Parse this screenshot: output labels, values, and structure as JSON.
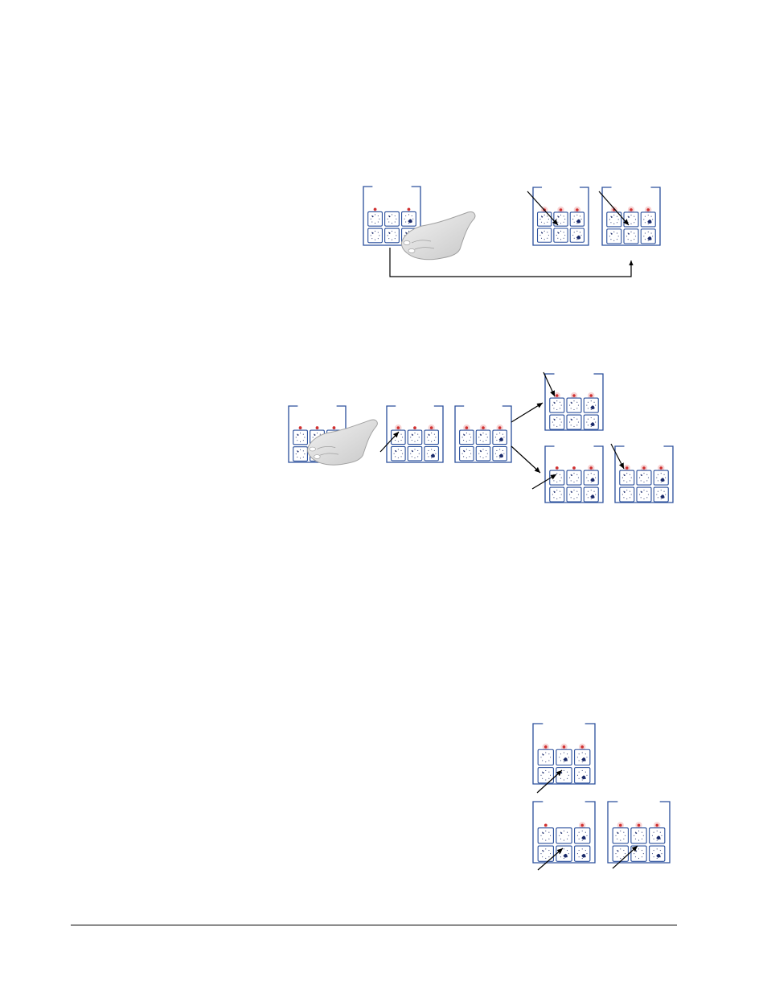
{
  "colors": {
    "panel": "#2a4f9c",
    "button_border": "#2a4f9c",
    "dial_tick": "#1a2a6a",
    "led_red": "#d03030",
    "led_glow": "#f0b0b0",
    "arrow": "#000000",
    "hand_fill": "#d9d9d9",
    "hand_stroke": "#a0a0a0"
  },
  "icons": {
    "panel": "keypad-panel-icon",
    "hand": "pressing-hand-icon",
    "arrow": "arrow-icon"
  },
  "figures": [
    {
      "name": "figure-1",
      "panels": [
        {
          "id": "f1p1",
          "leds": [
            "red",
            "off",
            "red"
          ],
          "knobs": [
            "none",
            "none",
            "blob",
            "none",
            "none",
            "none"
          ]
        },
        {
          "id": "f1p2",
          "leds": [
            "glow",
            "glow",
            "glow"
          ],
          "knobs": [
            "none",
            "none",
            "blob",
            "none",
            "none",
            "blob"
          ]
        },
        {
          "id": "f1p3",
          "leds": [
            "glow",
            "glow",
            "glow"
          ],
          "knobs": [
            "none",
            "none",
            "blob",
            "none",
            "none",
            "blob"
          ]
        }
      ]
    },
    {
      "name": "figure-2",
      "panels": [
        {
          "id": "f2p1",
          "leds": [
            "red",
            "red",
            "red"
          ],
          "knobs": [
            "none",
            "none",
            "blob",
            "none",
            "none",
            "none"
          ]
        },
        {
          "id": "f2p2",
          "leds": [
            "glow",
            "red",
            "glow"
          ],
          "knobs": [
            "none",
            "none",
            "none",
            "none",
            "none",
            "blob"
          ]
        },
        {
          "id": "f2p3",
          "leds": [
            "glow",
            "glow",
            "glow"
          ],
          "knobs": [
            "none",
            "none",
            "blob",
            "none",
            "none",
            "blob"
          ]
        },
        {
          "id": "f2p4",
          "leds": [
            "glow",
            "glow",
            "glow"
          ],
          "knobs": [
            "none",
            "none",
            "blob",
            "none",
            "none",
            "blob"
          ]
        },
        {
          "id": "f2p5",
          "leds": [
            "red",
            "red",
            "glow"
          ],
          "knobs": [
            "none",
            "none",
            "blob",
            "none",
            "none",
            "blob"
          ]
        },
        {
          "id": "f2p6",
          "leds": [
            "glow",
            "glow",
            "glow"
          ],
          "knobs": [
            "none",
            "none",
            "blob",
            "none",
            "none",
            "blob"
          ]
        }
      ]
    },
    {
      "name": "figure-3",
      "panels": [
        {
          "id": "f3p1",
          "leds": [
            "glow",
            "glow",
            "glow"
          ],
          "knobs": [
            "none",
            "blob",
            "blob",
            "none",
            "none",
            "blob"
          ]
        },
        {
          "id": "f3p2",
          "leds": [
            "red",
            "off",
            "glow"
          ],
          "knobs": [
            "none",
            "none",
            "blob",
            "none",
            "blob",
            "blob"
          ]
        },
        {
          "id": "f3p3",
          "leds": [
            "glow",
            "glow",
            "glow"
          ],
          "knobs": [
            "none",
            "none",
            "blob",
            "none",
            "none",
            "blob"
          ]
        }
      ]
    }
  ]
}
